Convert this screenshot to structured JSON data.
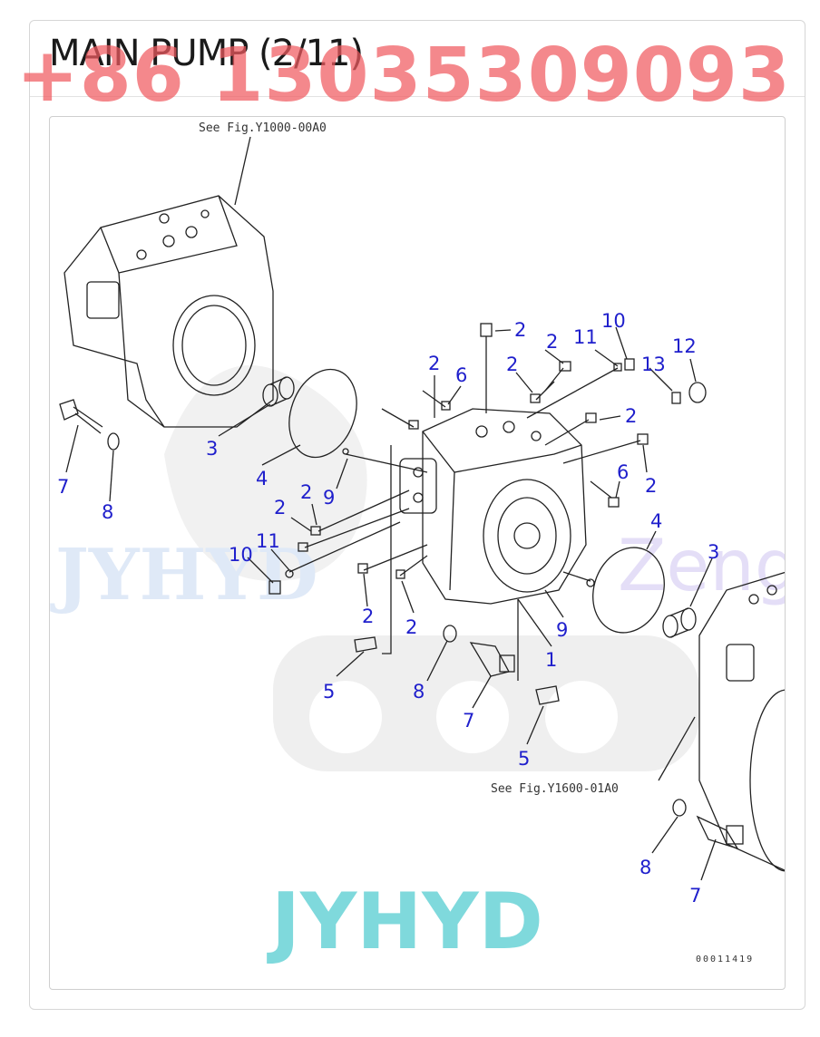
{
  "page": {
    "title": "MAIN PUMP (2/11)",
    "watermark_phone": "+86 13035309093",
    "watermark_brand": "JYHYD",
    "watermark_light": "JYHYD",
    "watermark_zeng": "Zeng"
  },
  "diagram": {
    "ref_top": "See Fig.Y1000-00A0",
    "ref_bottom": "See Fig.Y1600-01A0",
    "drawing_code": "00011419",
    "callouts": [
      "2",
      "2",
      "11",
      "10",
      "12",
      "2",
      "6",
      "2",
      "13",
      "2",
      "2",
      "6",
      "2",
      "2",
      "9",
      "3",
      "4",
      "7",
      "8",
      "10",
      "11",
      "2",
      "4",
      "3",
      "2",
      "2",
      "9",
      "1",
      "5",
      "8",
      "7",
      "5",
      "8",
      "7"
    ]
  },
  "colors": {
    "callout": "#1f1fcc",
    "phone": "#f05a5f",
    "brand": "#7fd9dc"
  }
}
